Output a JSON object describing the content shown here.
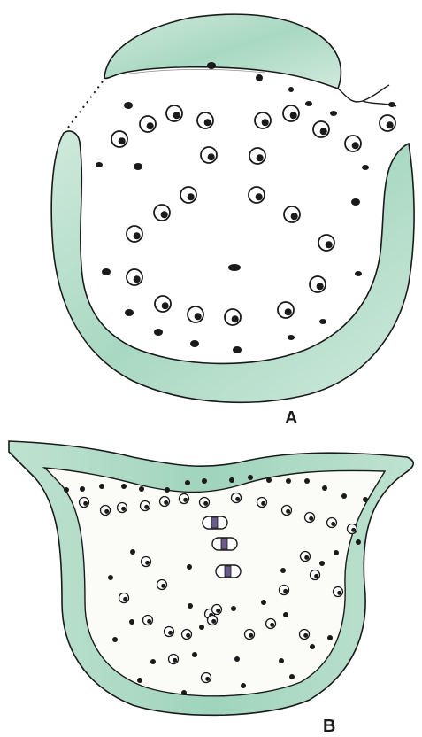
{
  "figure": {
    "panels": [
      {
        "id": "a",
        "label": "A"
      },
      {
        "id": "b",
        "label": "B"
      }
    ],
    "colors": {
      "tissue_fill": "#a8d8c2",
      "tissue_fill_light": "#cfe9dc",
      "outline": "#1a1a1a",
      "bundle": "#1a1a1a",
      "background": "#ffffff"
    }
  }
}
